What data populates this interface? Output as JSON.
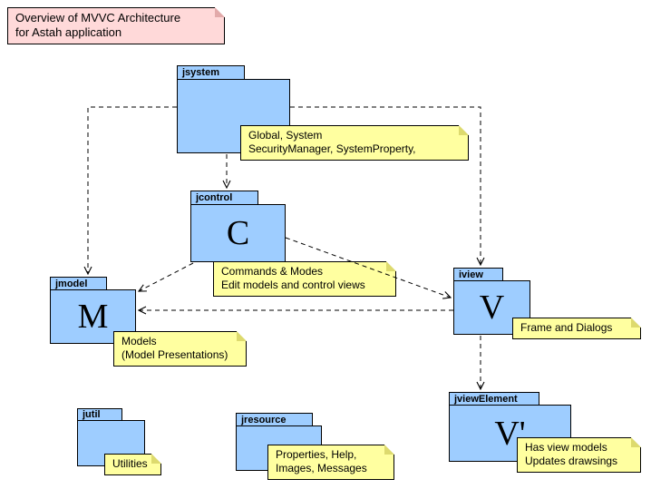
{
  "diagram": {
    "title": {
      "line1": "Overview of MVVC Architecture",
      "line2": "for Astah application"
    },
    "packages": {
      "jsystem": {
        "label": "jsystem",
        "letter": ""
      },
      "jcontrol": {
        "label": "jcontrol",
        "letter": "C"
      },
      "jmodel": {
        "label": "jmodel",
        "letter": "M"
      },
      "iview": {
        "label": "iview",
        "letter": "V"
      },
      "jviewelement": {
        "label": "jviewElement",
        "letter": "V'"
      },
      "jutil": {
        "label": "jutil",
        "letter": ""
      },
      "jresource": {
        "label": "jresource",
        "letter": ""
      }
    },
    "notes": {
      "system": {
        "line1": "Global, System",
        "line2": "SecurityManager, SystemProperty,"
      },
      "control": {
        "line1": "Commands & Modes",
        "line2": "Edit models and control views"
      },
      "model": {
        "line1": "Models",
        "line2": "(Model Presentations)"
      },
      "view": {
        "line1": "Frame and Dialogs",
        "line2": ""
      },
      "viewelement": {
        "line1": "Has view models",
        "line2": "Updates drawsings"
      },
      "util": {
        "line1": "Utilities",
        "line2": ""
      },
      "resource": {
        "line1": "Properties, Help,",
        "line2": "Images, Messages"
      }
    },
    "dependencies": [
      {
        "from": "jsystem",
        "to": "jcontrol"
      },
      {
        "from": "jsystem",
        "to": "jmodel"
      },
      {
        "from": "jsystem",
        "to": "iview"
      },
      {
        "from": "jcontrol",
        "to": "jmodel"
      },
      {
        "from": "jcontrol",
        "to": "iview"
      },
      {
        "from": "iview",
        "to": "jmodel"
      },
      {
        "from": "iview",
        "to": "jviewElement"
      }
    ],
    "colors": {
      "package_fill": "#9ecdff",
      "note_fill": "#ffffa0",
      "title_note_fill": "#ffd9d9",
      "line": "#000000"
    }
  }
}
